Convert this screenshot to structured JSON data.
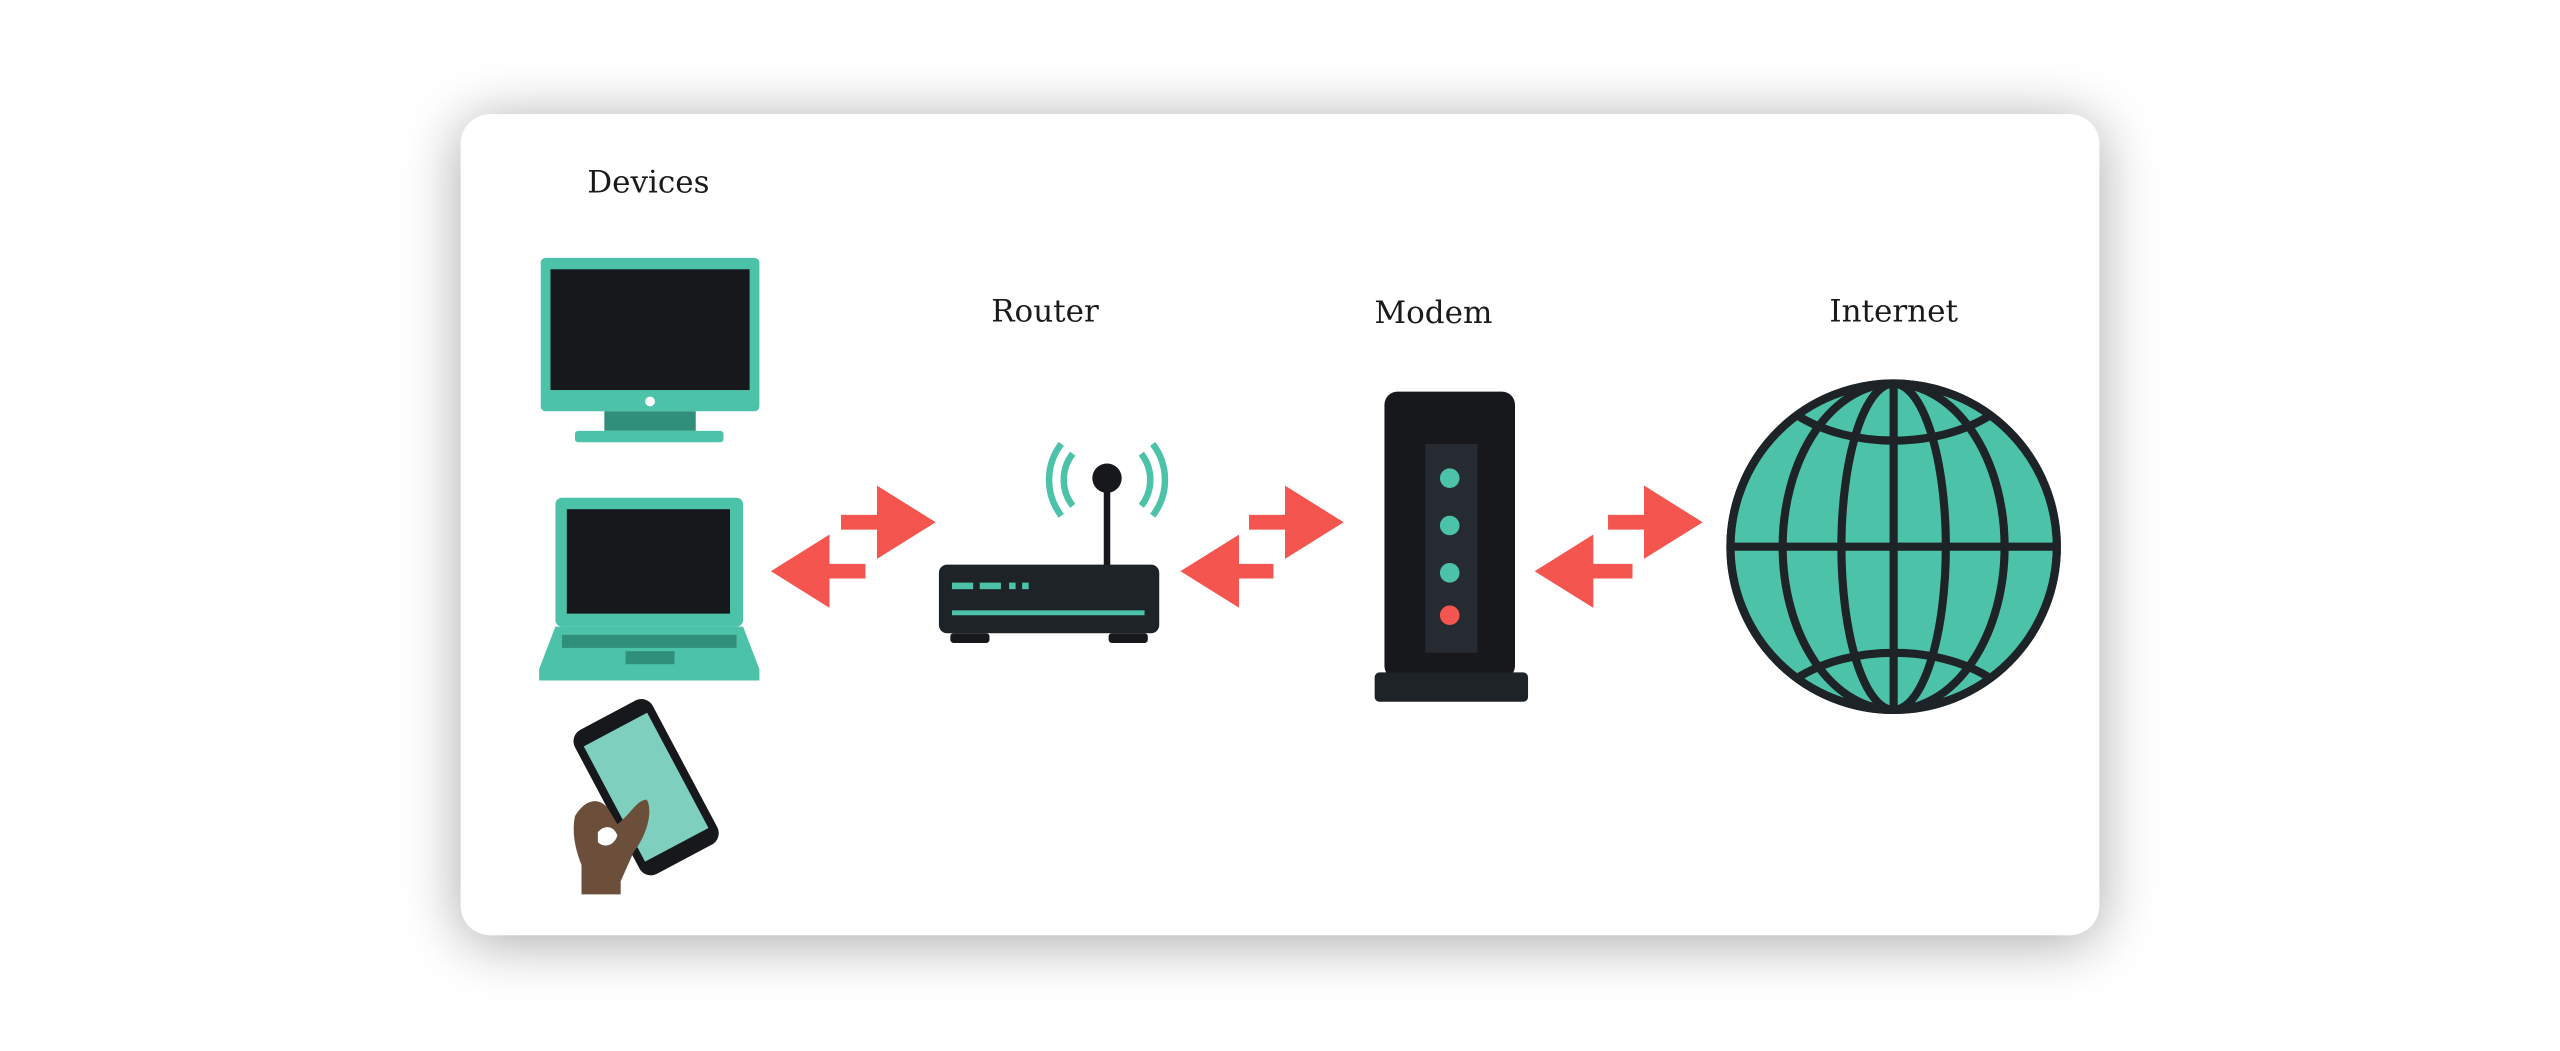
{
  "diagram": {
    "labels": {
      "devices": "Devices",
      "router": "Router",
      "modem": "Modem",
      "internet": "Internet"
    },
    "nodes": [
      {
        "id": "devices",
        "icons": [
          "monitor-icon",
          "laptop-icon",
          "smartphone-in-hand-icon"
        ]
      },
      {
        "id": "router",
        "icons": [
          "router-icon"
        ]
      },
      {
        "id": "modem",
        "icons": [
          "modem-icon"
        ]
      },
      {
        "id": "internet",
        "icons": [
          "globe-icon"
        ]
      }
    ],
    "connections": [
      {
        "from": "devices",
        "to": "router",
        "direction": "bidirectional"
      },
      {
        "from": "router",
        "to": "modem",
        "direction": "bidirectional"
      },
      {
        "from": "modem",
        "to": "internet",
        "direction": "bidirectional"
      }
    ],
    "colors": {
      "teal": "#4cc3a8",
      "dark": "#16181c",
      "arrow": "#f4554f",
      "skin": "#6b4f3a",
      "card": "#ffffff"
    }
  }
}
